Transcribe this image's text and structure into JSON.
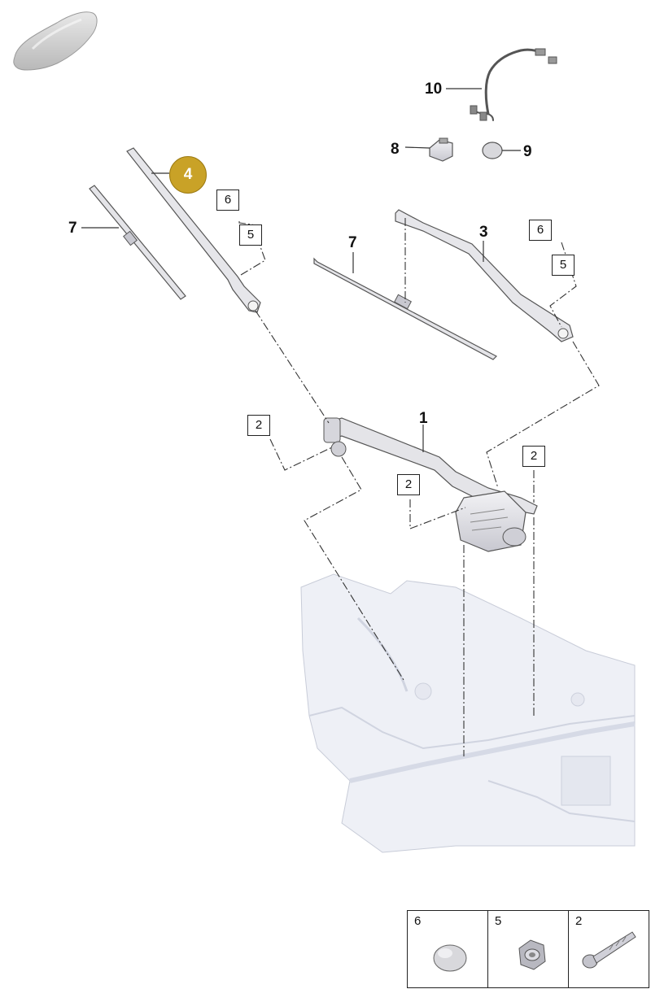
{
  "callouts": {
    "c10": "10",
    "c8": "8",
    "c9": "9",
    "c7_left": "7",
    "c7_right": "7",
    "c3": "3",
    "c1": "1",
    "c4": "4"
  },
  "boxed_labels": {
    "b6_left": "6",
    "b5_left": "5",
    "b6_right": "6",
    "b5_right": "5",
    "b2_left": "2",
    "b2_middle": "2",
    "b2_right": "2"
  },
  "legend": {
    "items": [
      {
        "num": "6",
        "icon": "cap-nut-icon"
      },
      {
        "num": "5",
        "icon": "hex-nut-icon"
      },
      {
        "num": "2",
        "icon": "bolt-icon"
      }
    ]
  },
  "colors": {
    "highlight": "#c9a227",
    "line": "#222222",
    "part_fill": "#e6e6ea",
    "body_fill": "#eef0f6"
  }
}
